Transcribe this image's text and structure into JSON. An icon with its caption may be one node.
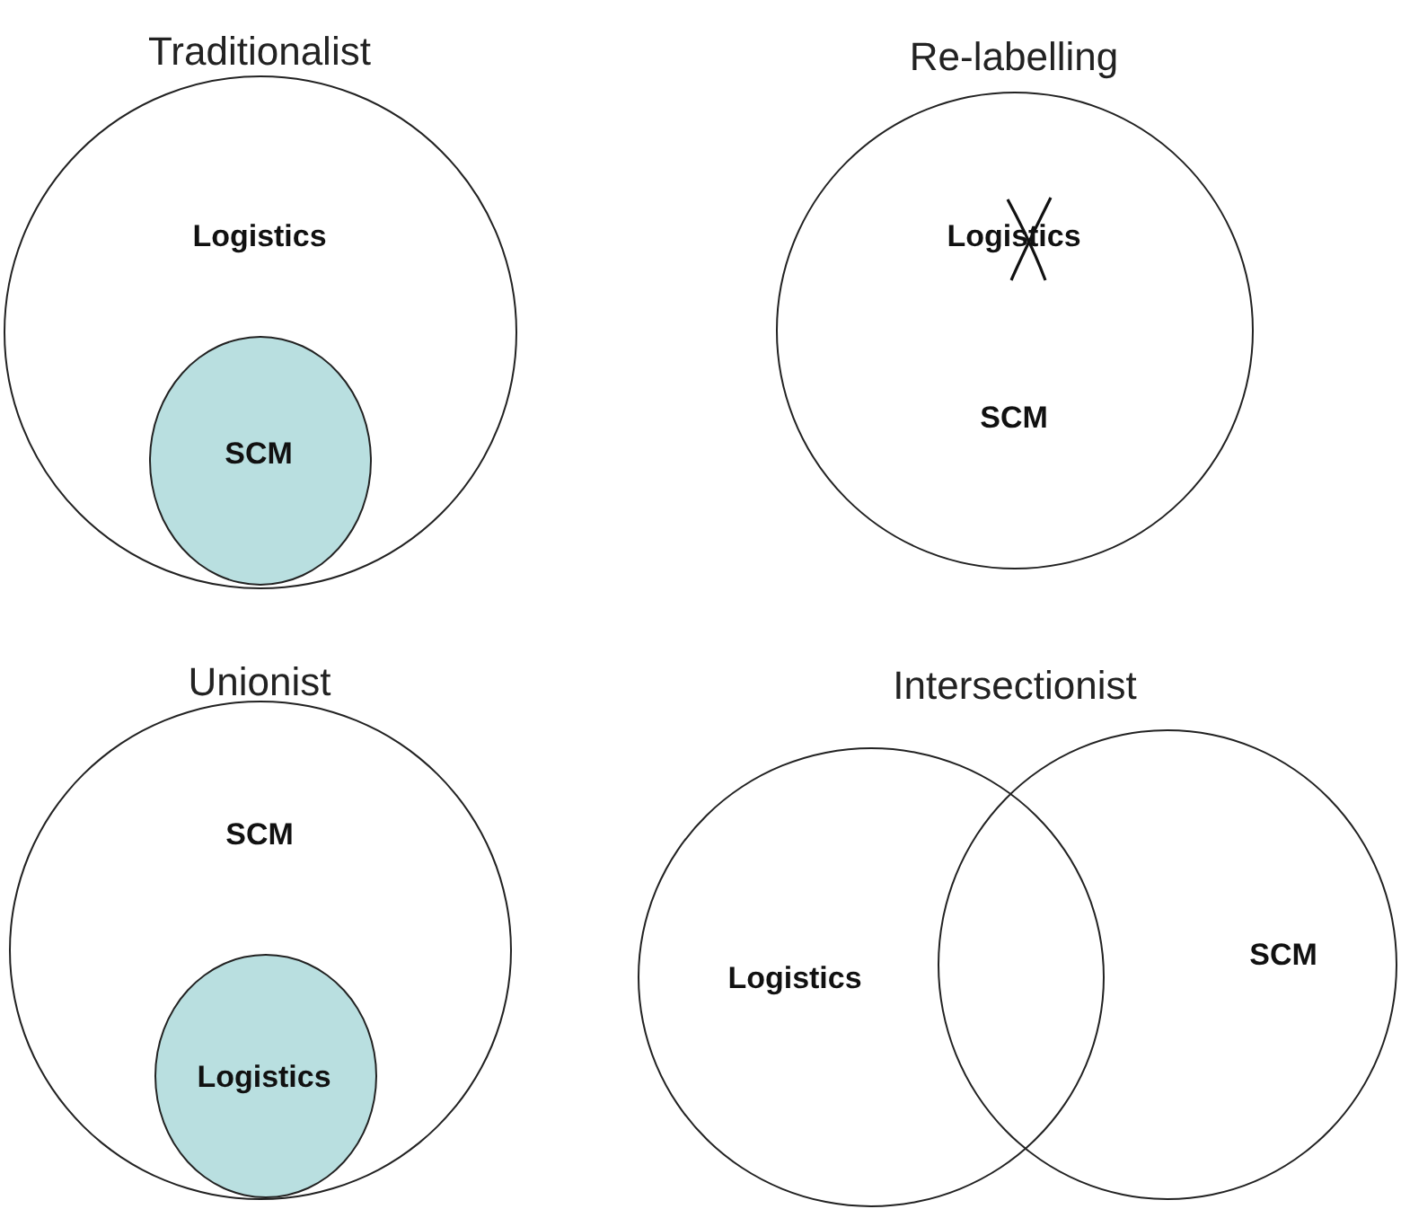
{
  "diagram": {
    "nodes": [
      {
        "text": [
          "Traditionalist",
          "Logistics"
        ]
      },
      {
        "text": [
          "SCM"
        ],
        "in": 0
      },
      {
        "text": [
          "Re-labelling",
          "Logistics",
          "SCM"
        ]
      },
      {
        "text": [
          "Unionist",
          "SCM"
        ]
      },
      {
        "text": [
          "Logistics"
        ],
        "in": 3
      },
      {
        "text": [
          "Logistics"
        ]
      },
      {
        "text": [
          "SCM"
        ]
      }
    ],
    "labels": [
      "Intersectionist"
    ]
  }
}
